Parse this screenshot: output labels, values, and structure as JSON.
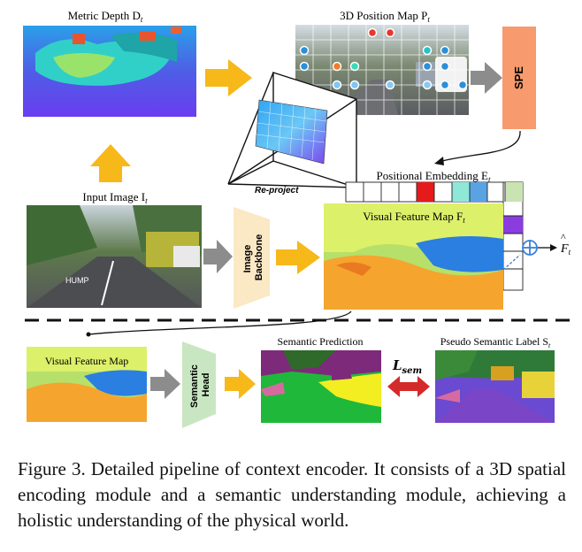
{
  "labels": {
    "metric_depth": "Metric Depth D",
    "metric_depth_sub": "t",
    "position_map": "3D Position Map P",
    "position_map_sub": "t",
    "spe": "SPE",
    "reproject": "Re-project",
    "positional_embedding": "Positional Embedding E",
    "positional_embedding_sub": "t",
    "input_image": "Input Image I",
    "input_image_sub": "t",
    "image_backbone_line1": "Image",
    "image_backbone_line2": "Backbone",
    "visual_feature_map_top": "Visual Feature Map F",
    "visual_feature_map_top_sub": "t",
    "f_hat": "F",
    "f_hat_sub": "t",
    "visual_feature_map_bottom": "Visual Feature Map",
    "semantic_head_line1": "Semantic",
    "semantic_head_line2": "Head",
    "semantic_prediction": "Semantic Prediction",
    "loss": "L",
    "loss_sub": "sem",
    "pseudo_label": "Pseudo Semantic Label S",
    "pseudo_label_sub": "t"
  },
  "caption": "Figure 3. Detailed pipeline of context encoder. It consists of a 3D spatial encoding module and a semantic understanding module, achieving a holistic understanding of the physical world.",
  "colors": {
    "arrow_yellow": "#f7b81a",
    "arrow_gray": "#8c8c8c",
    "spe_fill": "#f79a6e",
    "backbone_fill": "#fbe8c4",
    "semantic_head_fill": "#c9e6c2",
    "loss_arrow": "#d42a2a",
    "plus_blue": "#3b7fd6"
  }
}
